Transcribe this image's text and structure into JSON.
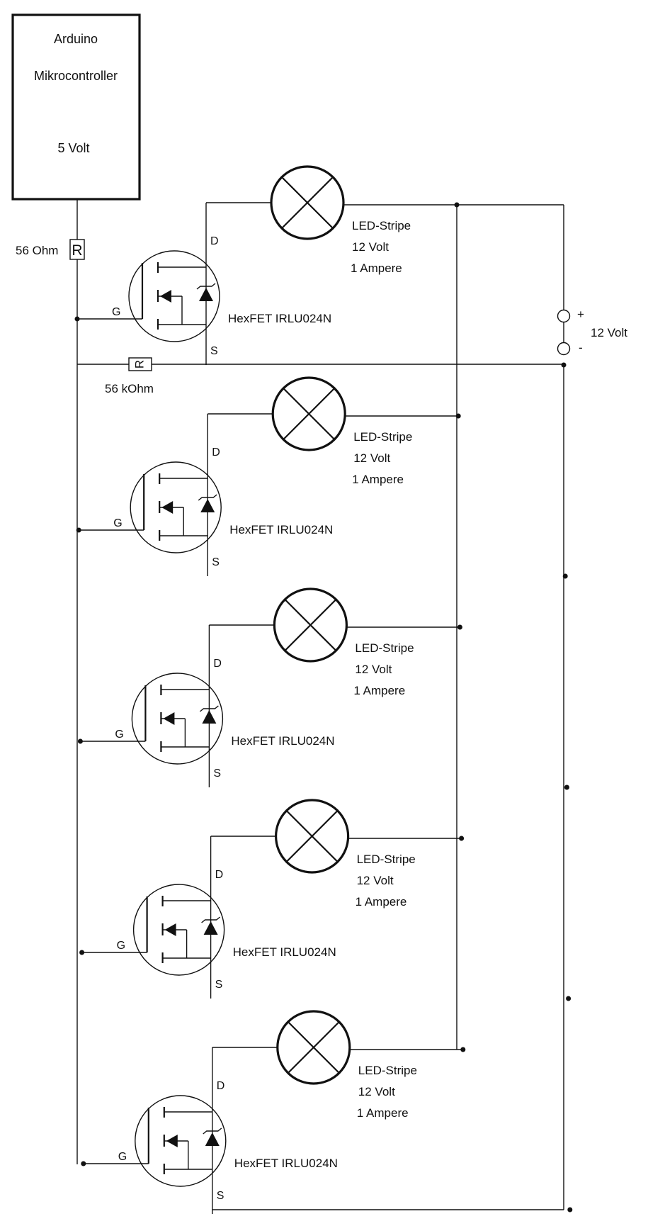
{
  "mcu": {
    "name": "Arduino",
    "type": "Mikrocontroller",
    "voltage": "5 Volt",
    "gate_resistor_value": "56 Ohm",
    "gate_resistor_symbol": "R",
    "pulldown_resistor_value": "56 kOhm",
    "pulldown_resistor_symbol": "R"
  },
  "supply": {
    "plus": "+",
    "minus": "-",
    "voltage": "12 Volt"
  },
  "stages": [
    {
      "load_name": "LED-Stripe",
      "load_voltage": "12 Volt",
      "load_current": "1 Ampere",
      "transistor": "HexFET IRLU024N",
      "pin_d": "D",
      "pin_g": "G",
      "pin_s": "S"
    },
    {
      "load_name": "LED-Stripe",
      "load_voltage": "12 Volt",
      "load_current": "1 Ampere",
      "transistor": "HexFET IRLU024N",
      "pin_d": "D",
      "pin_g": "G",
      "pin_s": "S"
    },
    {
      "load_name": "LED-Stripe",
      "load_voltage": "12 Volt",
      "load_current": "1 Ampere",
      "transistor": "HexFET IRLU024N",
      "pin_d": "D",
      "pin_g": "G",
      "pin_s": "S"
    },
    {
      "load_name": "LED-Stripe",
      "load_voltage": "12 Volt",
      "load_current": "1 Ampere",
      "transistor": "HexFET IRLU024N",
      "pin_d": "D",
      "pin_g": "G",
      "pin_s": "S"
    },
    {
      "load_name": "LED-Stripe",
      "load_voltage": "12 Volt",
      "load_current": "1 Ampere",
      "transistor": "HexFET IRLU024N",
      "pin_d": "D",
      "pin_g": "G",
      "pin_s": "S"
    }
  ]
}
